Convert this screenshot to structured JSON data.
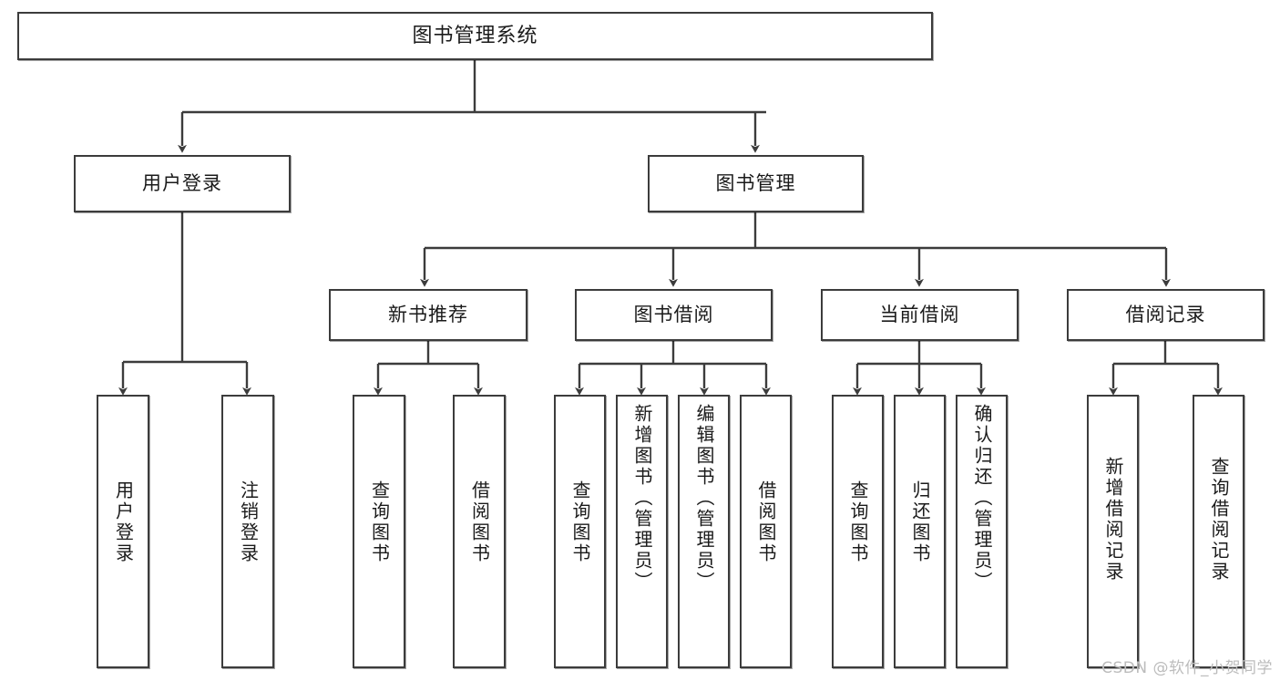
{
  "diagram": {
    "title": "图书管理系统",
    "type": "tree",
    "watermark": "CSDN @软件_小贺同学",
    "colors": {
      "stroke": "#3c3c3c",
      "fill": "#ffffff",
      "text": "#1a1a1a",
      "watermark": "#bcbcbc"
    },
    "nodes": {
      "root": {
        "label": "图书管理系统"
      },
      "level2": [
        {
          "id": "user-login",
          "label": "用户登录"
        },
        {
          "id": "book-manage",
          "label": "图书管理"
        }
      ],
      "level3": [
        {
          "id": "new-book-recommend",
          "label": "新书推荐"
        },
        {
          "id": "book-borrow",
          "label": "图书借阅"
        },
        {
          "id": "current-borrow",
          "label": "当前借阅"
        },
        {
          "id": "borrow-record",
          "label": "借阅记录"
        }
      ],
      "leaves": {
        "user_login": [
          {
            "id": "leaf-user-login",
            "label": "用户登录"
          },
          {
            "id": "leaf-logout-login",
            "label": "注销登录"
          }
        ],
        "new_book_recommend": [
          {
            "id": "leaf-query-book-1",
            "label": "查询图书"
          },
          {
            "id": "leaf-borrow-book-1",
            "label": "借阅图书"
          }
        ],
        "book_borrow": [
          {
            "id": "leaf-query-book-2",
            "label": "查询图书"
          },
          {
            "id": "leaf-add-book",
            "label": "新增图书（管理员）"
          },
          {
            "id": "leaf-edit-book",
            "label": "编辑图书（管理员）"
          },
          {
            "id": "leaf-borrow-book-2",
            "label": "借阅图书"
          }
        ],
        "current_borrow": [
          {
            "id": "leaf-query-book-3",
            "label": "查询图书"
          },
          {
            "id": "leaf-return-book",
            "label": "归还图书"
          },
          {
            "id": "leaf-confirm-return",
            "label": "确认归还（管理员）"
          }
        ],
        "borrow_record": [
          {
            "id": "leaf-add-record",
            "label": "新增借阅记录"
          },
          {
            "id": "leaf-query-record",
            "label": "查询借阅记录"
          }
        ]
      }
    }
  }
}
